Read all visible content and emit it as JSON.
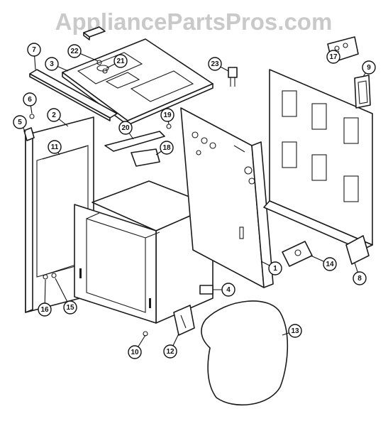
{
  "watermark": "AppliancePartsPros.com",
  "callouts": [
    {
      "id": "c1",
      "label": "1"
    },
    {
      "id": "c2",
      "label": "2"
    },
    {
      "id": "c3",
      "label": "3"
    },
    {
      "id": "c4",
      "label": "4"
    },
    {
      "id": "c5",
      "label": "5"
    },
    {
      "id": "c6",
      "label": "6"
    },
    {
      "id": "c7",
      "label": "7"
    },
    {
      "id": "c8",
      "label": "8"
    },
    {
      "id": "c9",
      "label": "9"
    },
    {
      "id": "c10",
      "label": "10"
    },
    {
      "id": "c11",
      "label": "11"
    },
    {
      "id": "c12",
      "label": "12"
    },
    {
      "id": "c13",
      "label": "13"
    },
    {
      "id": "c14",
      "label": "14"
    },
    {
      "id": "c15",
      "label": "15"
    },
    {
      "id": "c16",
      "label": "16"
    },
    {
      "id": "c17",
      "label": "17"
    },
    {
      "id": "c18",
      "label": "18"
    },
    {
      "id": "c19",
      "label": "19"
    },
    {
      "id": "c20",
      "label": "20"
    },
    {
      "id": "c21",
      "label": "21"
    },
    {
      "id": "c22",
      "label": "22"
    },
    {
      "id": "c23",
      "label": "23"
    }
  ]
}
